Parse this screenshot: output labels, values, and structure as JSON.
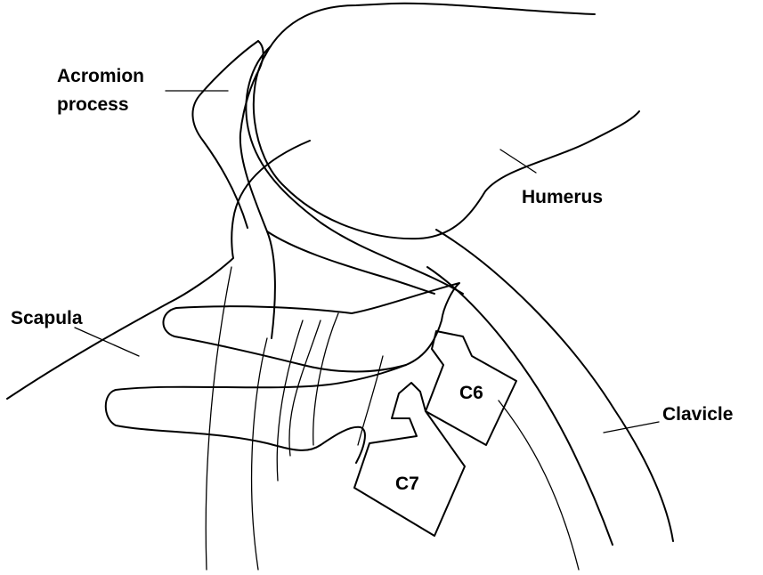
{
  "labels": {
    "acromion_line1": "Acromion",
    "acromion_line2": "process",
    "humerus": "Humerus",
    "scapula": "Scapula",
    "clavicle": "Clavicle",
    "c6": "C6",
    "c7": "C7"
  },
  "colors": {
    "stroke": "#000000",
    "background": "#ffffff"
  }
}
